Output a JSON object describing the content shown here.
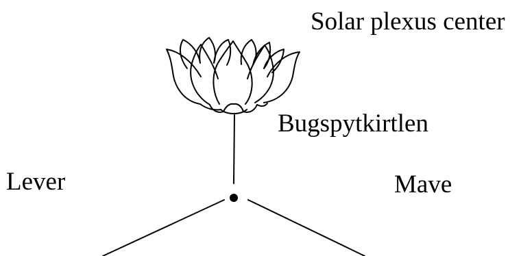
{
  "labels": {
    "solar_plexus_center": "Solar plexus center",
    "pancreas": "Bugspytkirtlen",
    "liver": "Lever",
    "stomach": "Mave"
  },
  "colors": {
    "ink": "#000000",
    "background": "#ffffff"
  },
  "icons": {
    "flower": "lotus-flower-icon"
  }
}
